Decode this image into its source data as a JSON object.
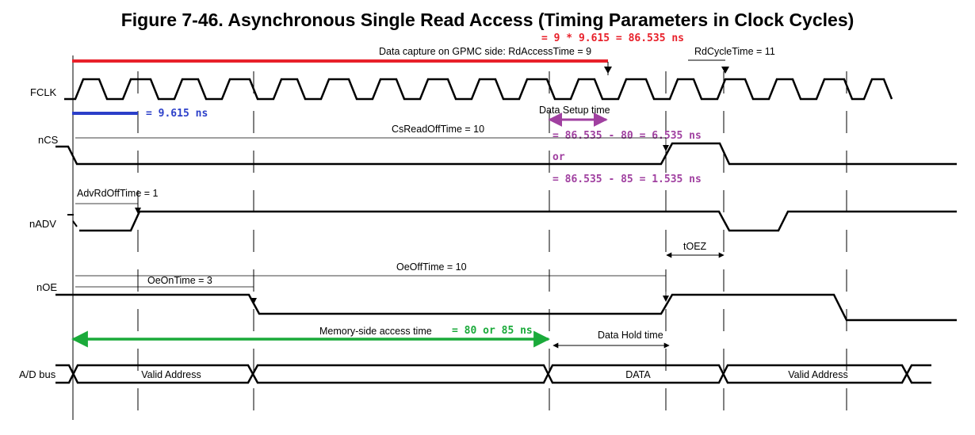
{
  "title": "Figure 7-46. Asynchronous Single Read Access (Timing Parameters in Clock Cycles)",
  "signals": {
    "fclk": "FCLK",
    "ncs": "nCS",
    "nadv": "nADV",
    "noe": "nOE",
    "ad_bus": "A/D bus"
  },
  "annotations": {
    "rd_access_calc": "= 9 * 9.615 = 86.535 ns",
    "data_capture": "Data capture on GPMC side: RdAccessTime = 9",
    "rd_cycle_time": "RdCycleTime = 11",
    "clock_period": "= 9.615 ns",
    "data_setup": "Data Setup time",
    "setup_calc_1": "= 86.535 - 80 = 6.535 ns",
    "setup_or": "or",
    "setup_calc_2": "= 86.535 - 85 = 1.535 ns",
    "cs_read_off": "CsReadOffTime = 10",
    "adv_rd_off": "AdvRdOffTime = 1",
    "toez": "tOEZ",
    "oe_off": "OeOffTime = 10",
    "oe_on": "OeOnTime = 3",
    "memory_access": "Memory-side access time",
    "memory_access_value": "= 80 or 85 ns",
    "data_hold": "Data Hold time"
  },
  "bus_segments": [
    "Valid Address",
    "DATA",
    "Valid Address"
  ],
  "colors": {
    "red": "#e8202a",
    "blue": "#2b3fc9",
    "purple": "#a040a0",
    "green": "#1aaa3a"
  }
}
